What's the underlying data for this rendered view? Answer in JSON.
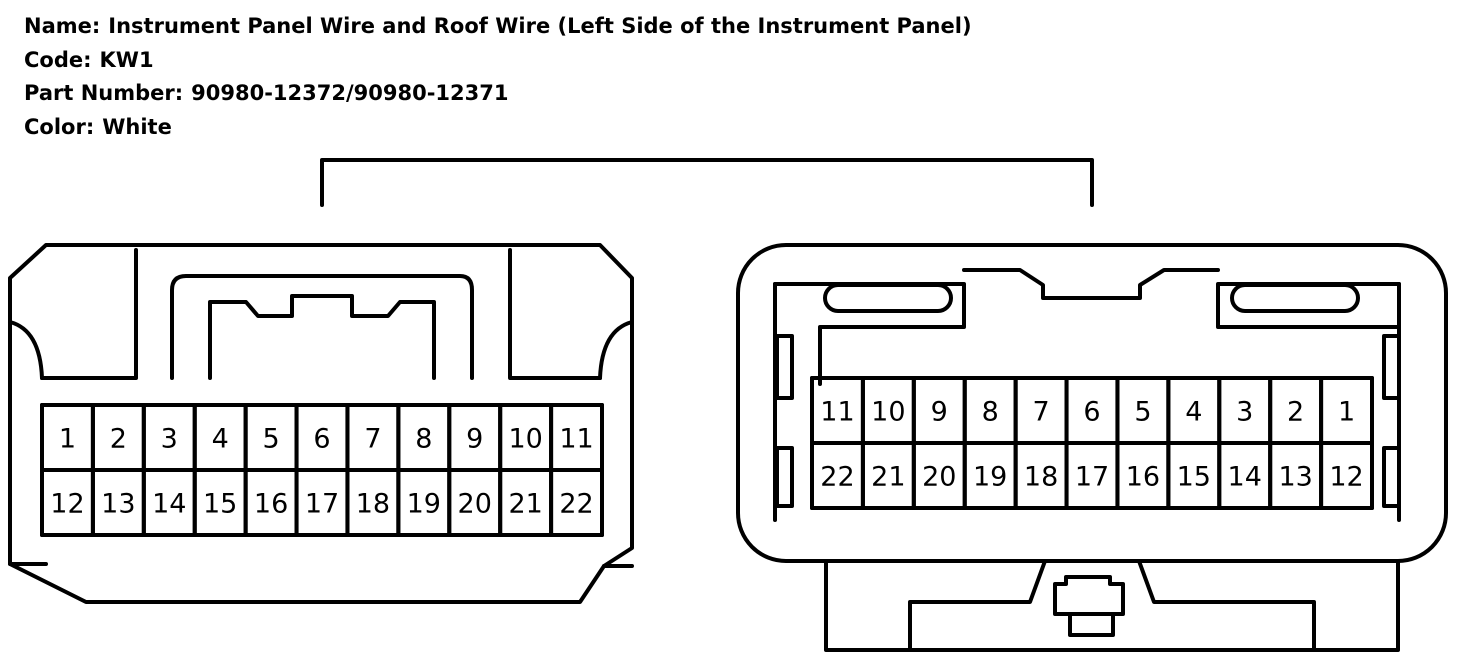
{
  "info": {
    "name_label": "Name:",
    "name_value": "Instrument Panel Wire and Roof Wire (Left Side of the Instrument Panel)",
    "code_label": "Code:",
    "code_value": "KW1",
    "part_label": "Part Number:",
    "part_value": "90980-12372/90980-12371",
    "color_label": "Color:",
    "color_value": "White"
  },
  "left_connector": {
    "rows": [
      [
        "1",
        "2",
        "3",
        "4",
        "5",
        "6",
        "7",
        "8",
        "9",
        "10",
        "11"
      ],
      [
        "12",
        "13",
        "14",
        "15",
        "16",
        "17",
        "18",
        "19",
        "20",
        "21",
        "22"
      ]
    ]
  },
  "right_connector": {
    "rows": [
      [
        "11",
        "10",
        "9",
        "8",
        "7",
        "6",
        "5",
        "4",
        "3",
        "2",
        "1"
      ],
      [
        "22",
        "21",
        "20",
        "19",
        "18",
        "17",
        "16",
        "15",
        "14",
        "13",
        "12"
      ]
    ]
  }
}
